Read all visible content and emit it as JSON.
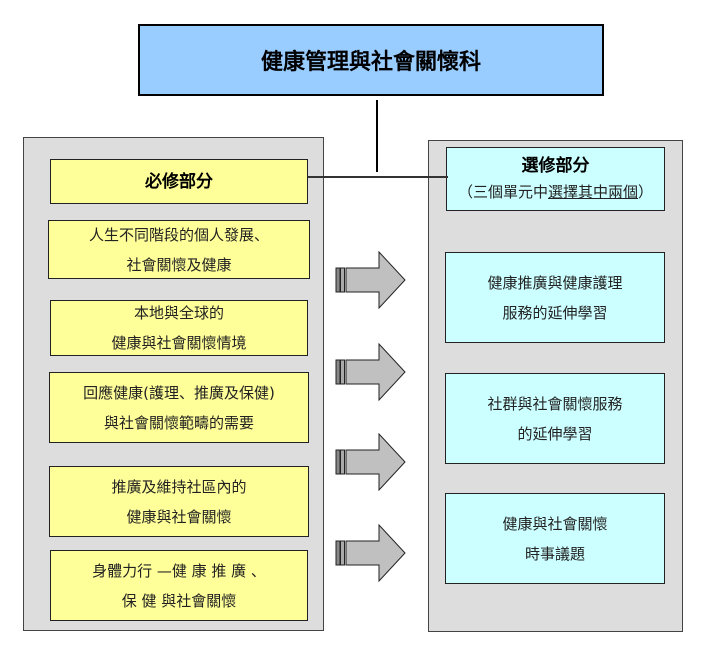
{
  "title": "健康管理與社會關懷科",
  "compulsory": {
    "heading": "必修部分",
    "items": [
      {
        "line1": "人生不同階段的個人發展、",
        "line2": "社會關懷及健康"
      },
      {
        "line1": "本地與全球的",
        "line2": "健康與社會關懷情境"
      },
      {
        "line1": "回應健康(護理、推廣及保健)",
        "line2": "與社會關懷範疇的需要"
      },
      {
        "line1": "推廣及維持社區內的",
        "line2": "健康與社會關懷"
      },
      {
        "line1": "身體力行 —健 康 推 廣 、",
        "line2": "保 健 與社會關懷"
      }
    ]
  },
  "elective": {
    "heading": "選修部分",
    "note_prefix": "（三個單元中",
    "note_underlined": "選擇其中兩個",
    "note_suffix": "）",
    "items": [
      {
        "line1": "健康推廣與健康護理",
        "line2": "服務的延伸學習"
      },
      {
        "line1": "社群與社會關懷服務",
        "line2": "的延伸學習"
      },
      {
        "line1": "健康與社會關懷",
        "line2": "時事議題"
      }
    ]
  },
  "colors": {
    "title_fill": "#99ccff",
    "compulsory_fill": "#ffff99",
    "elective_fill": "#ccffff",
    "panel_fill": "#dddddd",
    "arrow_fill": "#c0c0c0"
  },
  "arrows": [
    {
      "icon": "right-arrow-icon"
    },
    {
      "icon": "right-arrow-icon"
    },
    {
      "icon": "right-arrow-icon"
    },
    {
      "icon": "right-arrow-icon"
    }
  ]
}
